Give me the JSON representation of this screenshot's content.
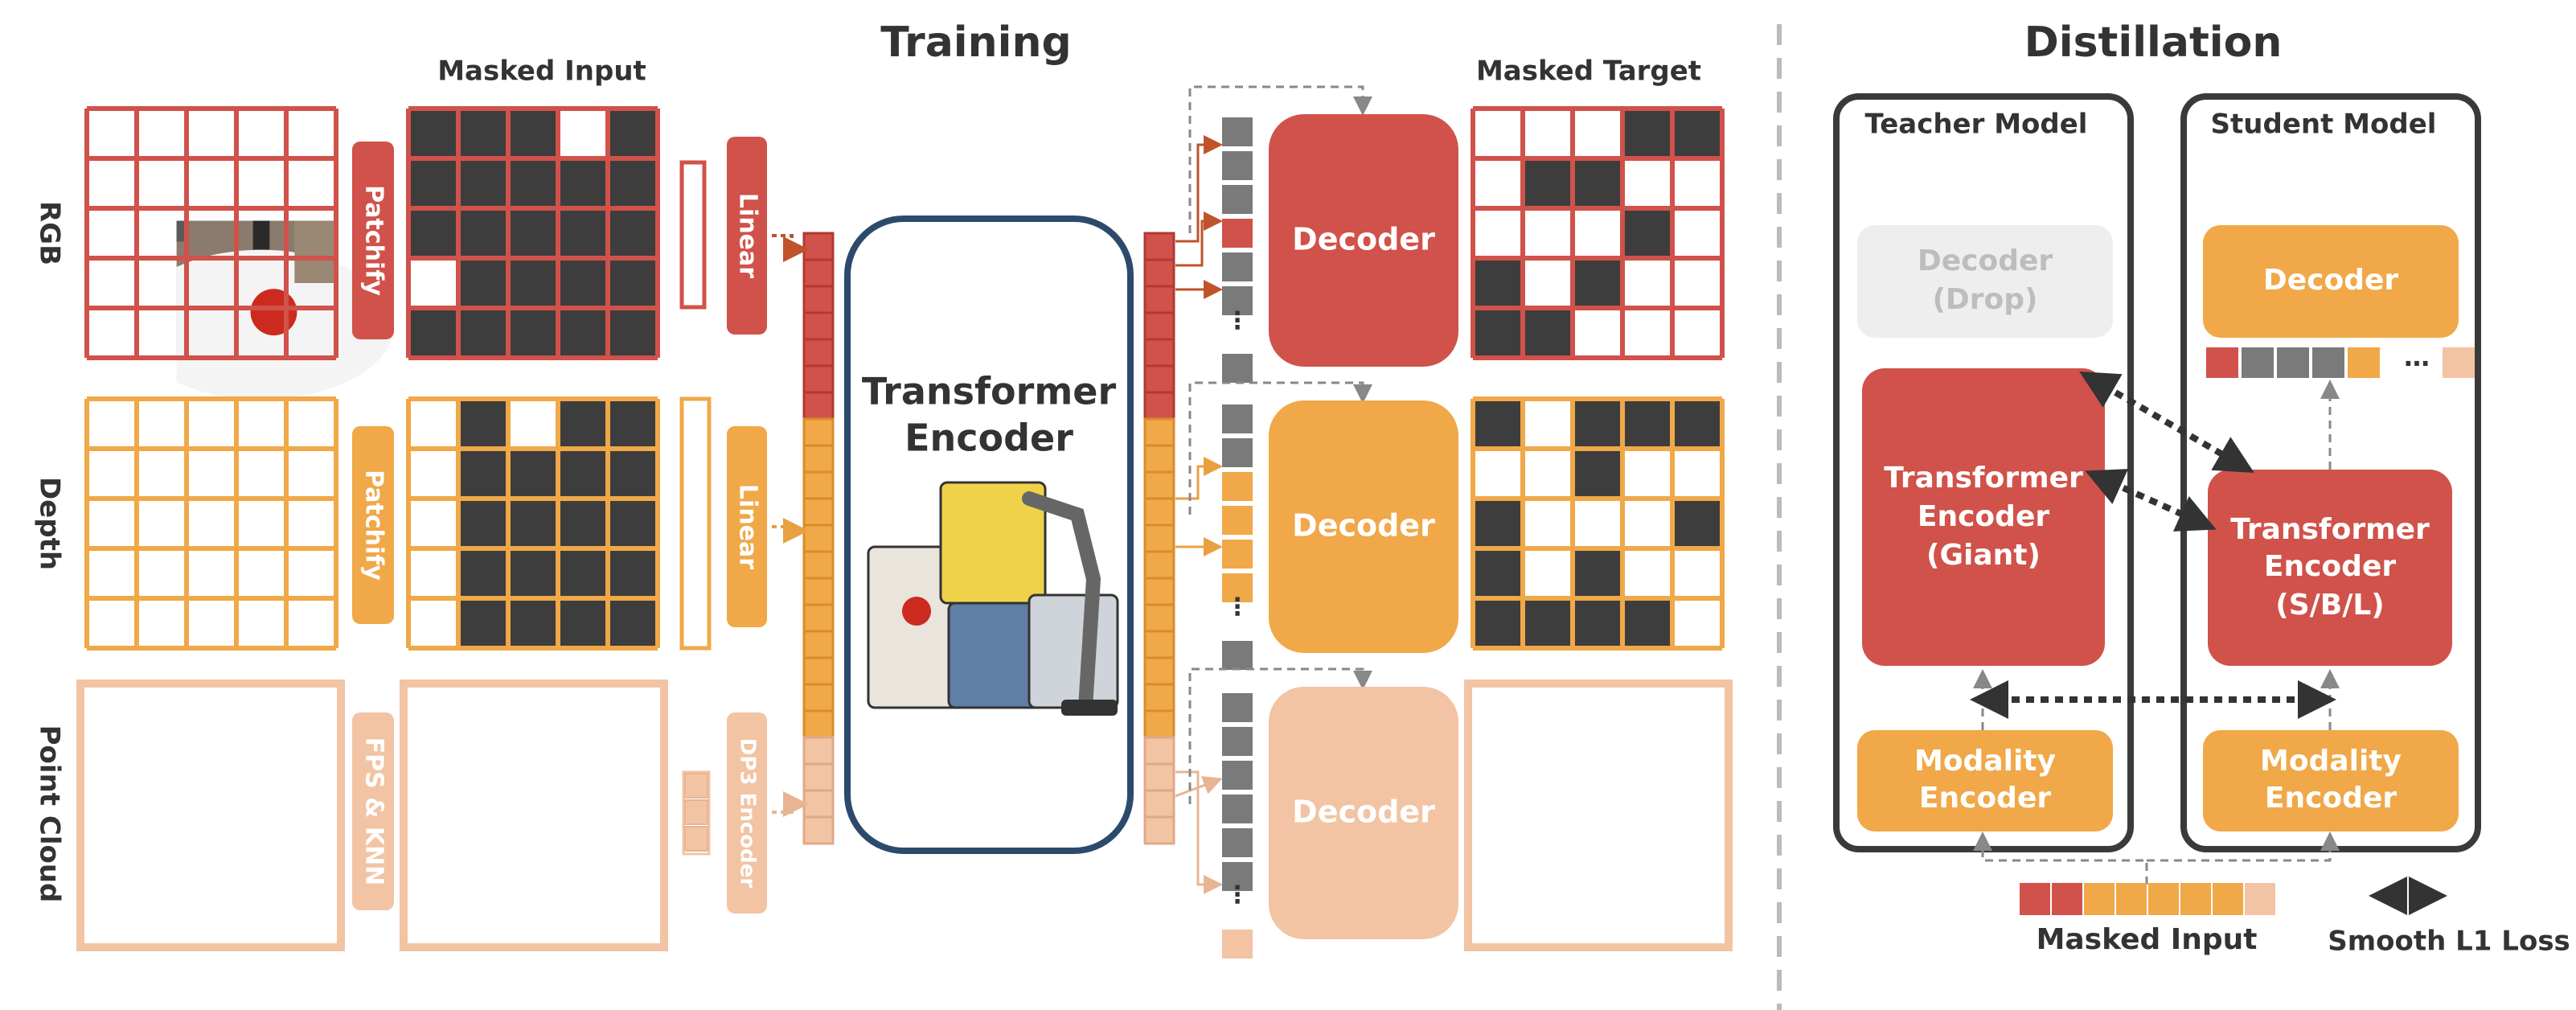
{
  "training": {
    "title": "Training",
    "masked_input_header": "Masked Input",
    "masked_target_header": "Masked Target",
    "rows": [
      {
        "label": "RGB",
        "tokenizer": "Patchify",
        "projector": "Linear"
      },
      {
        "label": "Depth",
        "tokenizer": "Patchify",
        "projector": "Linear"
      },
      {
        "label": "Point Cloud",
        "tokenizer": "FPS & KNN",
        "projector": "DP3 Encoder"
      }
    ],
    "encoder_line1": "Transformer",
    "encoder_line2": "Encoder",
    "decoder_label": "Decoder",
    "ellipsis": "⋮"
  },
  "distillation": {
    "title": "Distillation",
    "teacher": {
      "title": "Teacher Model",
      "decoder_line1": "Decoder",
      "decoder_line2": "(Drop)",
      "encoder_line1": "Transformer",
      "encoder_line2": "Encoder",
      "encoder_line3": "(Giant)",
      "modality_line1": "Modality",
      "modality_line2": "Encoder"
    },
    "student": {
      "title": "Student Model",
      "decoder_label": "Decoder",
      "encoder_line1": "Transformer",
      "encoder_line2": "Encoder",
      "encoder_line3": "(S/B/L)",
      "modality_line1": "Modality",
      "modality_line2": "Encoder",
      "token_ellipsis": "…"
    },
    "masked_input_label": "Masked Input",
    "loss_label": "Smooth L1 Loss"
  },
  "colors": {
    "rgb": "#d0524a",
    "depth": "#f0a848",
    "pointcloud": "#f2c4a4",
    "mask": "#3d3d3d",
    "token_gray": "#7a7a7a",
    "encoder_border": "#2c4a6b",
    "drop_fill": "#eeeeee",
    "drop_text": "#bdbdbd"
  }
}
